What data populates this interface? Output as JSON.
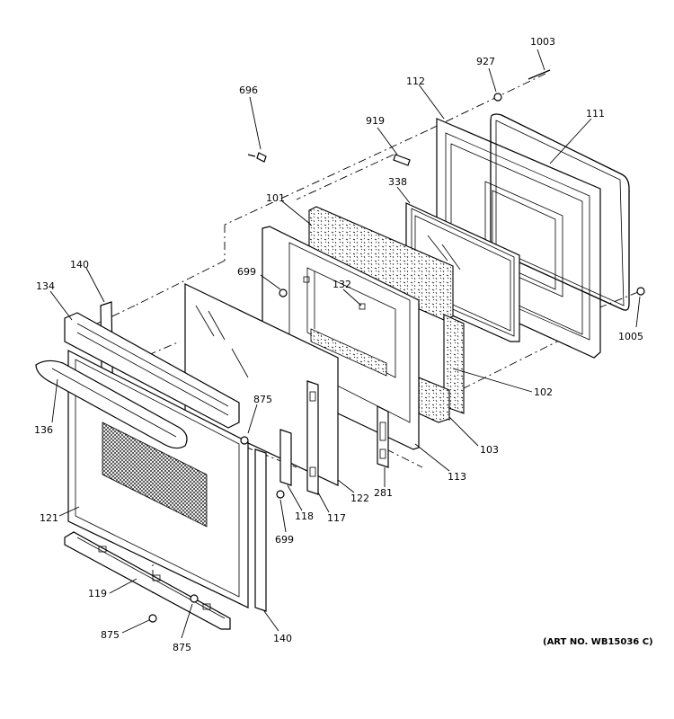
{
  "art_number": "(ART NO. WB15036 C)",
  "callouts": [
    {
      "id": "1003",
      "label": "1003"
    },
    {
      "id": "927",
      "label": "927"
    },
    {
      "id": "112",
      "label": "112"
    },
    {
      "id": "111",
      "label": "111"
    },
    {
      "id": "696",
      "label": "696"
    },
    {
      "id": "919",
      "label": "919"
    },
    {
      "id": "338",
      "label": "338"
    },
    {
      "id": "101",
      "label": "101"
    },
    {
      "id": "140-top",
      "label": "140"
    },
    {
      "id": "134",
      "label": "134"
    },
    {
      "id": "699-top",
      "label": "699"
    },
    {
      "id": "132",
      "label": "132"
    },
    {
      "id": "1005",
      "label": "1005"
    },
    {
      "id": "102",
      "label": "102"
    },
    {
      "id": "136",
      "label": "136"
    },
    {
      "id": "875-mid",
      "label": "875"
    },
    {
      "id": "103",
      "label": "103"
    },
    {
      "id": "113",
      "label": "113"
    },
    {
      "id": "281",
      "label": "281"
    },
    {
      "id": "122",
      "label": "122"
    },
    {
      "id": "118",
      "label": "118"
    },
    {
      "id": "117",
      "label": "117"
    },
    {
      "id": "121",
      "label": "121"
    },
    {
      "id": "699-bottom",
      "label": "699"
    },
    {
      "id": "119",
      "label": "119"
    },
    {
      "id": "875-left",
      "label": "875"
    },
    {
      "id": "875-bottom",
      "label": "875"
    },
    {
      "id": "140-bottom",
      "label": "140"
    }
  ]
}
